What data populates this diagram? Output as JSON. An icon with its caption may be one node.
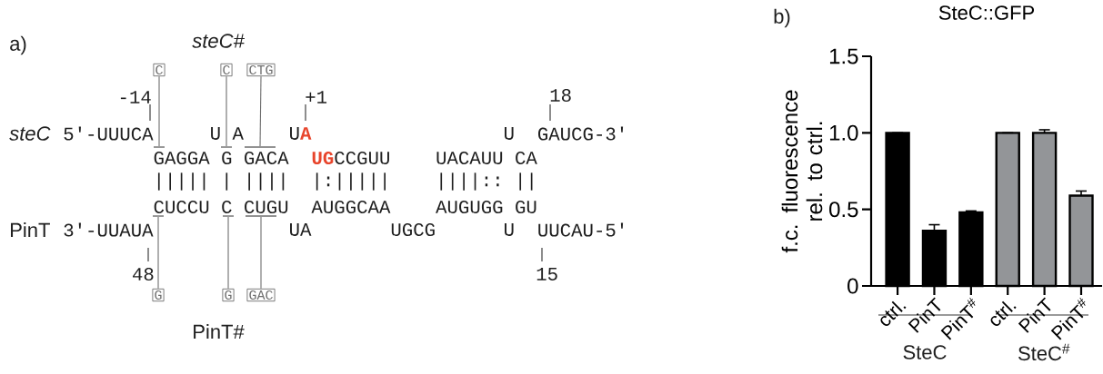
{
  "diagram": {
    "nodes": [
      {
        "text": [
          "C"
        ]
      },
      {
        "text": [
          "C"
        ]
      },
      {
        "text": [
          "CTG"
        ]
      },
      {
        "text": [
          "G"
        ]
      },
      {
        "text": [
          "G"
        ]
      },
      {
        "text": [
          "GAC"
        ]
      },
      {
        "text": [],
        "shape": "bar"
      },
      {
        "text": [],
        "shape": "bar"
      },
      {
        "text": [],
        "shape": "bar"
      },
      {
        "text": [],
        "shape": "bar"
      },
      {
        "text": [],
        "shape": "bar"
      },
      {
        "text": [],
        "shape": "bar"
      }
    ],
    "edges": [
      {
        "from": 0,
        "to": 6,
        "arrow": "none"
      },
      {
        "from": 1,
        "to": 7,
        "arrow": "none"
      },
      {
        "from": 2,
        "to": 8,
        "arrow": "none"
      },
      {
        "from": 3,
        "to": 9,
        "arrow": "none"
      },
      {
        "from": 4,
        "to": 10,
        "arrow": "none"
      },
      {
        "from": 5,
        "to": 11,
        "arrow": "none"
      }
    ],
    "labels": [
      "a)",
      "steC#",
      "-14",
      "+1",
      "18",
      "steC",
      "5'-UUUCA",
      "U",
      "A",
      "U",
      "A",
      "U",
      "GAUCG-3'",
      "GAGGA",
      "G",
      "GACA",
      "UG",
      "CCGUU",
      "UACAUU",
      "CA",
      "|||||",
      "|",
      "||||",
      "|:|||||",
      "||||::",
      "||",
      "CUCCU",
      "C",
      "CUGU",
      "AUGGCAA",
      "AUGUGG",
      "GU",
      "PinT",
      "3'-UUAUA",
      "UA",
      "UGCG",
      "U",
      "UUCAU-5'",
      "48",
      "15",
      "PinT#",
      "b)",
      "SteC",
      "SteC$^{#}$"
    ],
    "chart_data": {
      "type": "bar",
      "title": "SteC::GFP",
      "ylabel": "f.c. fluorescence rel. to ctrl.",
      "categories": [
        "ctrl.",
        "PinT",
        "PinT$^{#}$",
        "ctrl.",
        "PinT",
        "PinT$^{#}$"
      ],
      "series": [
        {
          "color": "#000000",
          "values": [
            1.0,
            0.36,
            0.48,
            null,
            null,
            null
          ],
          "errors": [
            0,
            0.04,
            0.01,
            null,
            null,
            null
          ]
        },
        {
          "color": "#939598",
          "values": [
            null,
            null,
            null,
            1.0,
            1.0,
            0.59
          ],
          "errors": [
            null,
            null,
            null,
            0,
            0.02,
            0.03
          ]
        }
      ],
      "ylim": [
        0,
        1.5
      ],
      "yticks": [
        {
          "value": 0,
          "label": "0"
        },
        {
          "value": 0.5,
          "label": "0.5"
        },
        {
          "value": 1.0,
          "label": "1.0"
        },
        {
          "value": 1.5,
          "label": "1.5"
        }
      ]
    }
  }
}
